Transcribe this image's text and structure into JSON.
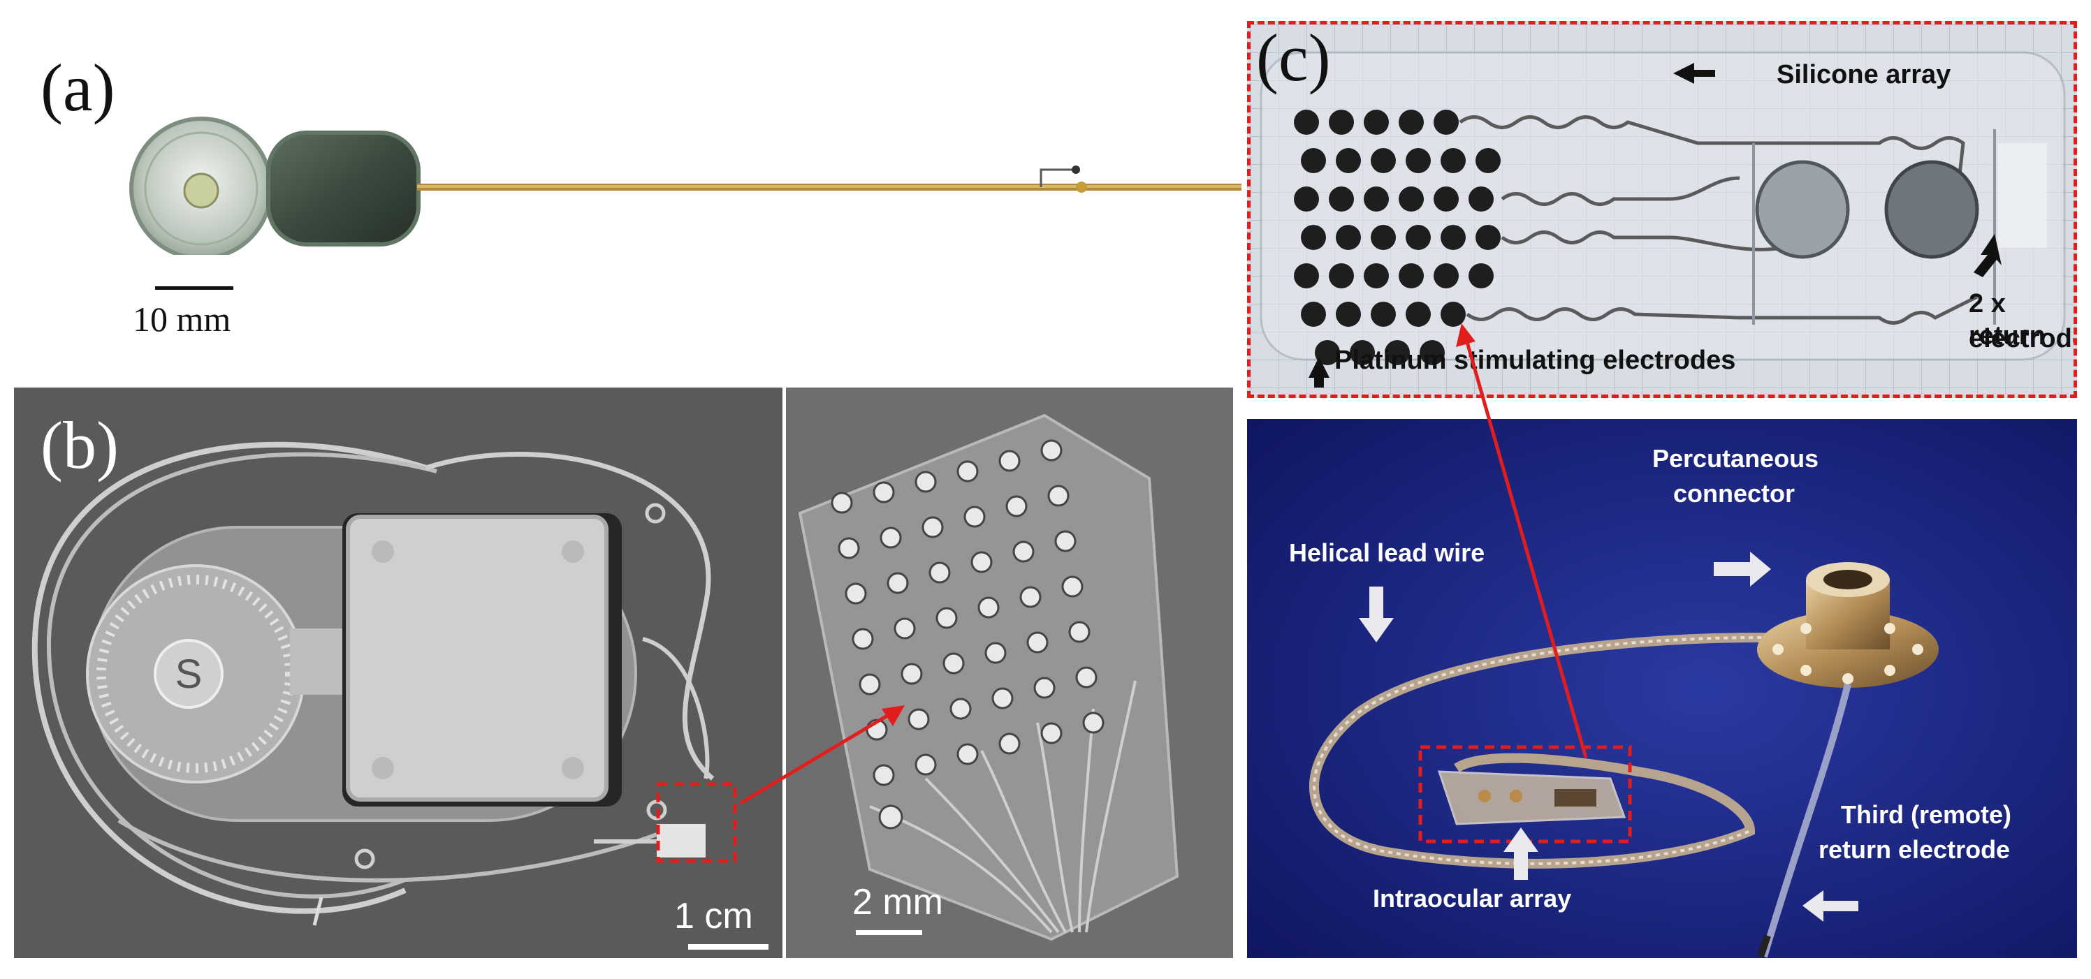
{
  "panels": {
    "a": {
      "letter": "(a)",
      "scale_label": "10 mm"
    },
    "b": {
      "letter": "(b)",
      "scale_left": "1 cm",
      "scale_right": "2 mm",
      "chip_letter": "S"
    },
    "c": {
      "letter": "(c)",
      "silicone_array": "Silicone array",
      "platinum_electrodes": "Platinum stimulating electrodes",
      "return_electrodes_line1": "2 x return",
      "return_electrodes_line2": "electrodes",
      "percutaneous_line1": "Percutaneous",
      "percutaneous_line2": "connector",
      "helical_lead": "Helical lead wire",
      "intraocular_array": "Intraocular array",
      "third_return_line1": "Third (remote)",
      "third_return_line2": "return electrode"
    }
  },
  "colors": {
    "callout_red": "#e11d1d",
    "photo_gray": "#5a5a5a",
    "photo_blue": "#17217a"
  }
}
